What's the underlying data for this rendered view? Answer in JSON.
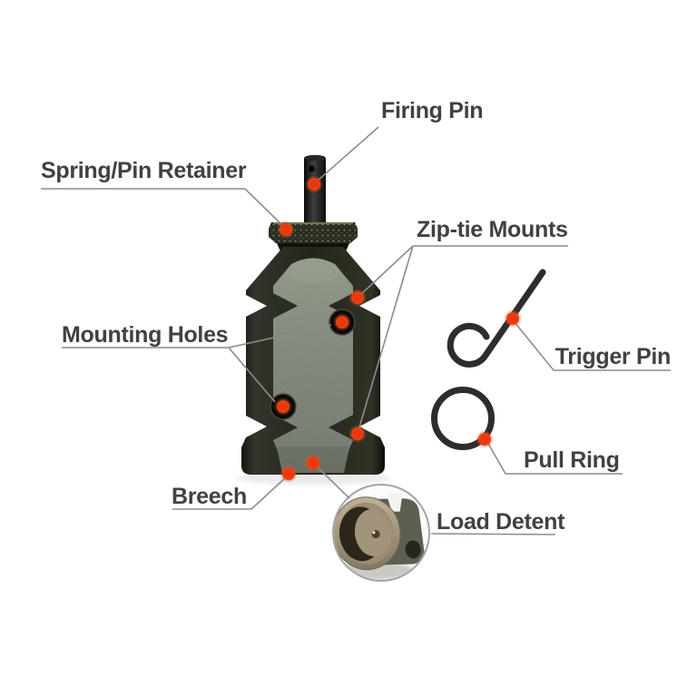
{
  "diagram": {
    "subject": "device-parts-diagram",
    "labels": {
      "firing_pin": "Firing Pin",
      "spring_pin_retainer": "Spring/Pin Retainer",
      "zip_tie_mounts": "Zip-tie Mounts",
      "mounting_holes": "Mounting Holes",
      "trigger_pin": "Trigger Pin",
      "pull_ring": "Pull Ring",
      "breech": "Breech",
      "load_detent": "Load Detent"
    },
    "colors": {
      "background": "#ffffff",
      "marker_dot": "#e8380e",
      "marker_halo": "rgba(235,80,30,0.32)",
      "leader_line": "#8c8c8c",
      "label_text": "#414141",
      "body_dark": "#22251c",
      "body_face": "#7c8476",
      "hardware_dark": "#2d2d2b"
    }
  }
}
